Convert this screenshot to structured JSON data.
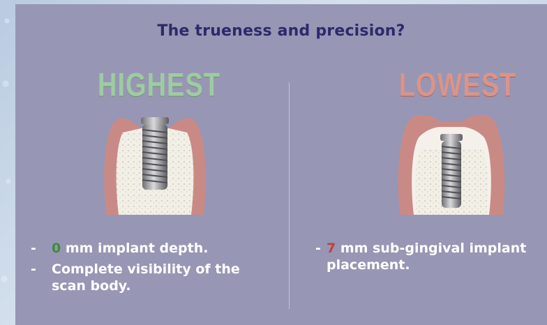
{
  "title": "The trueness and precision?",
  "left": {
    "heading": "HIGHEST",
    "bullets": [
      {
        "dash": "-",
        "number": "0",
        "text": " mm implant depth."
      },
      {
        "dash": "-",
        "text": "Complete visibility of the scan body."
      }
    ],
    "colors": {
      "heading": "#9fcba3",
      "number": "#3f8a3c"
    }
  },
  "right": {
    "heading": "LOWEST",
    "bullets": [
      {
        "dash": "-",
        "number": "7",
        "text": " mm sub-gingival implant placement."
      }
    ],
    "colors": {
      "heading": "#d9958b",
      "number": "#c0403b"
    }
  },
  "illustrations": {
    "left": "implant-at-bone-level-icon",
    "right": "implant-subgingival-icon"
  }
}
